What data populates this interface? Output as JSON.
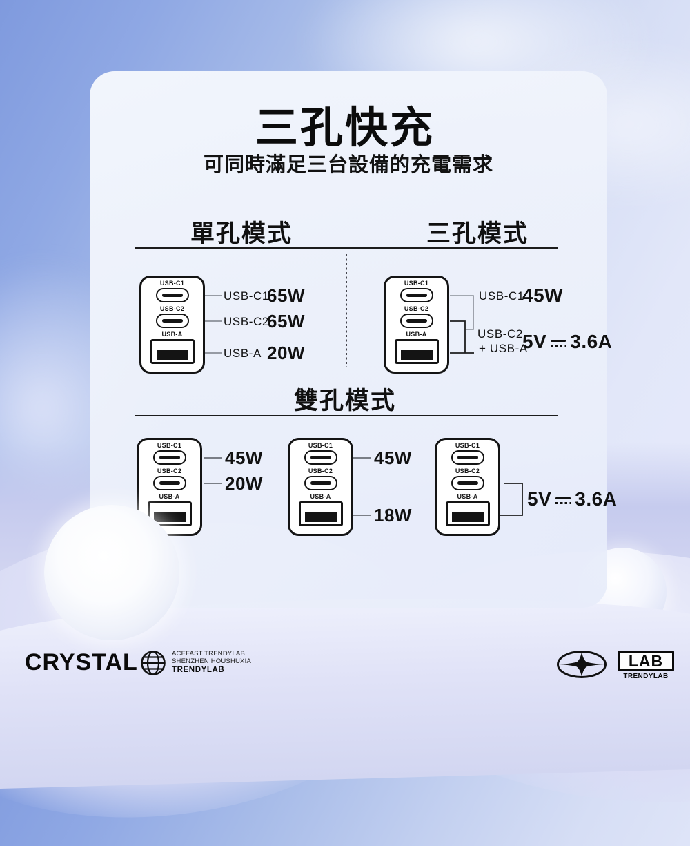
{
  "title": "三孔快充",
  "subtitle": "可同時滿足三台設備的充電需求",
  "headings": {
    "single": "單孔模式",
    "triple": "三孔模式",
    "dual": "雙孔模式"
  },
  "port_labels": {
    "c1": "USB-C1",
    "c2": "USB-C2",
    "a": "USB-A"
  },
  "single_mode": {
    "rows": [
      {
        "port": "USB-C1",
        "watt": "65W"
      },
      {
        "port": "USB-C2",
        "watt": "65W"
      },
      {
        "port": "USB-A",
        "watt": "20W"
      }
    ]
  },
  "triple_mode": {
    "c1_port": "USB-C1",
    "c1_watt": "45W",
    "group_port1": "USB-C2",
    "group_port2": "+ USB-A",
    "group_volt": "5V",
    "group_amp": "3.6A"
  },
  "dual_mode": {
    "charger1": {
      "c1_watt": "45W",
      "c2_watt": "20W"
    },
    "charger2": {
      "c1_watt": "45W",
      "a_watt": "18W"
    },
    "charger3": {
      "volt": "5V",
      "amp": "3.6A"
    }
  },
  "footer": {
    "brand": "CRYSTAL",
    "company_lines": [
      "ACEFAST TRENDYLAB",
      "SHENZHEN HOUSHUXIA",
      "TRENDYLAB"
    ],
    "lab": {
      "text": "LAB",
      "sub": "TRENDYLAB"
    }
  },
  "colors": {
    "text": "#111111",
    "connector_gray": "#8a8f98",
    "connector_black": "#1f1f1f",
    "card_bg": "#f0f3fb",
    "sky_top": "#7f9ade",
    "sky_light": "#e7eafb",
    "dune": "#c6cbee"
  }
}
